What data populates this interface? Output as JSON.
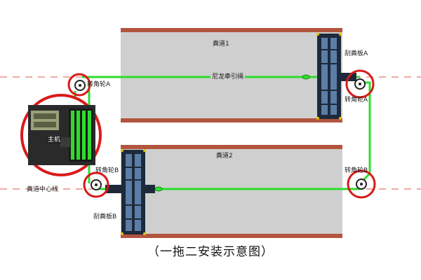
{
  "colors": {
    "channel_fill": "#cfcfcf",
    "channel_border": "#b2553f",
    "rope": "#2edc2e",
    "red_circle": "#d91a1a",
    "centerline": "#e07a6a",
    "scraper": "#1e2a3a"
  },
  "labels": {
    "channel1": "粪道1",
    "channel2": "粪道2",
    "rope": "尼龙牵引绳",
    "pulley_a_left": "转角轮A",
    "pulley_a_right": "转角轮A",
    "pulley_b_left": "转角轮B",
    "pulley_b_right": "转角轮B",
    "scraper_a": "刮粪板A",
    "scraper_b": "刮粪板B",
    "main_unit": "主机",
    "centerline": "粪道中心线"
  },
  "caption": "（一拖二安装示意图）"
}
